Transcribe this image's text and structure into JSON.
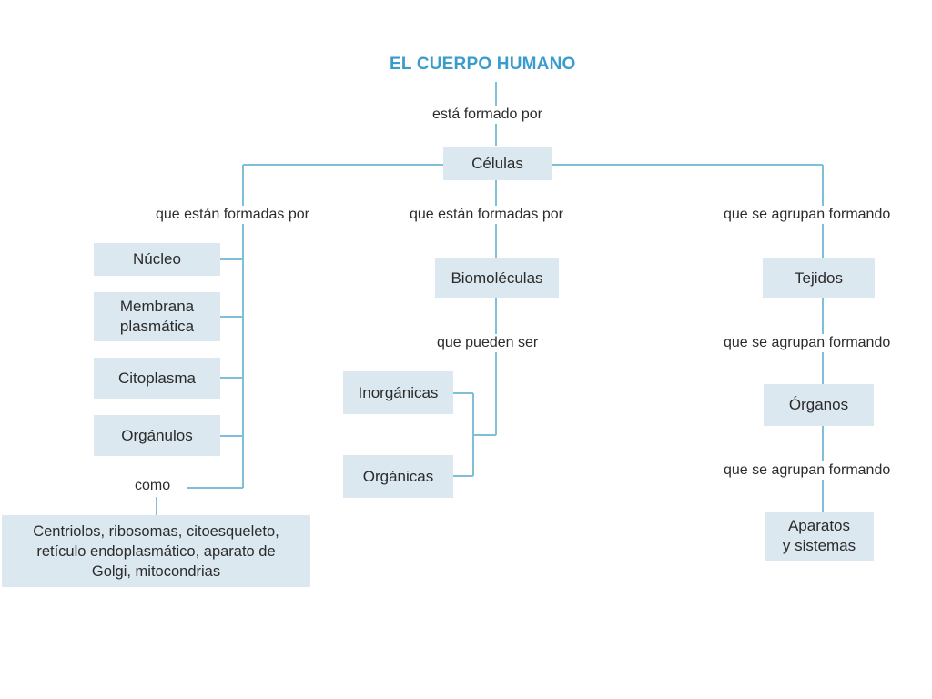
{
  "colors": {
    "title": "#3a9ccc",
    "line": "#7fbfd8",
    "box": "#dbe8ef"
  },
  "title": "EL CUERPO HUMANO",
  "root_link": "está formado por",
  "root": "Células",
  "left": {
    "link": "que están formadas por",
    "items": [
      {
        "lines": [
          "Núcleo"
        ]
      },
      {
        "lines": [
          "Membrana",
          "plasmática"
        ]
      },
      {
        "lines": [
          "Citoplasma"
        ]
      },
      {
        "lines": [
          "Orgánulos"
        ]
      }
    ],
    "como": "como",
    "examples": [
      "Centriolos, ribosomas, citoesqueleto,",
      "retículo endoplasmático, aparato de",
      "Golgi, mitocondrias"
    ]
  },
  "middle": {
    "link": "que están formadas por",
    "node": "Biomoléculas",
    "link2": "que pueden ser",
    "items": [
      "Inorgánicas",
      "Orgánicas"
    ]
  },
  "right": {
    "link1": "que se agrupan formando",
    "node1": "Tejidos",
    "link2": "que se agrupan formando",
    "node2": "Órganos",
    "link3": "que se agrupan formando",
    "node3": [
      "Aparatos",
      "y sistemas"
    ]
  }
}
